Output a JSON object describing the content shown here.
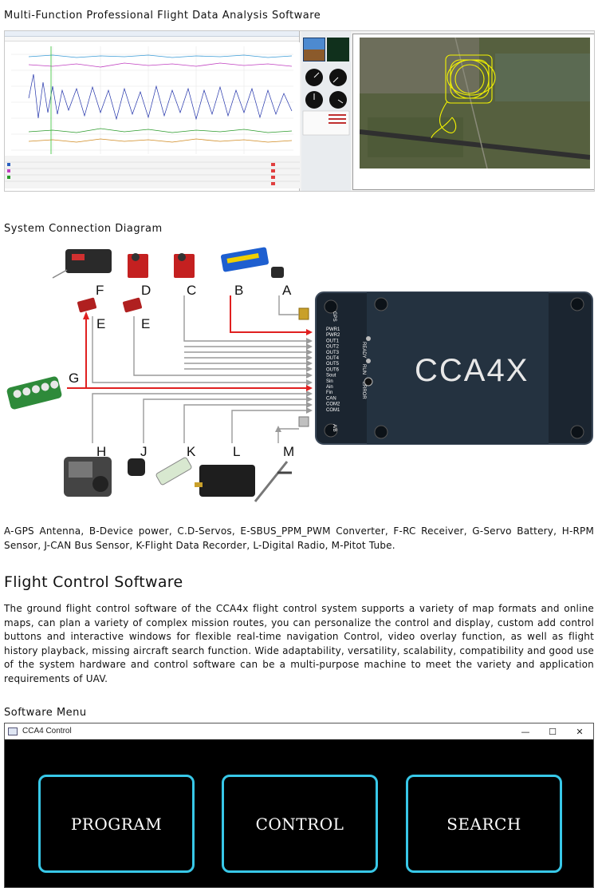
{
  "headings": {
    "analysis": "Multi-Function Professional Flight Data Analysis Software",
    "connection": "System Connection Diagram",
    "flight_control": "Flight Control Software",
    "menu": "Software Menu"
  },
  "diagram": {
    "device_name": "CCA4X",
    "component_labels": [
      "F",
      "D",
      "C",
      "B",
      "A",
      "E",
      "E",
      "G",
      "H",
      "J",
      "K",
      "L",
      "M"
    ],
    "pins": [
      "PWR1",
      "PWR2",
      "OUT1",
      "OUT2",
      "OUT3",
      "OUT4",
      "OUT5",
      "OUT6",
      "Sout",
      "Sin",
      "Ain",
      "Fin",
      "CAN",
      "COM2",
      "COM1"
    ],
    "side_labels": [
      "GPS",
      "READY",
      "RUN",
      "ERROR",
      "A/B"
    ],
    "colors": {
      "power_line": "#e02020",
      "signal_line": "#9a9a9a",
      "device_body": "#1b2530"
    }
  },
  "legend": "A-GPS Antenna, B-Device power, C.D-Servos, E-SBUS_PPM_PWM Converter, F-RC Receiver, G-Servo Battery, H-RPM Sensor, J-CAN Bus Sensor, K-Flight Data Recorder, L-Digital Radio, M-Pitot Tube.",
  "flight_control_text": "The ground flight control software of the CCA4x flight control system supports a variety of map formats and online maps, can plan a variety of complex mission routes, you can personalize the control and display, custom add control buttons and interactive windows for flexible real-time navigation Control, video overlay function, as well as flight history playback, missing aircraft search function. Wide adaptability, versatility, scalability, compatibility and good use of the system hardware and control software can be a multi-purpose machine to meet the variety and application requirements of UAV.",
  "software_window": {
    "title": "CCA4 Control",
    "controls": {
      "minimize": "—",
      "maximize": "☐",
      "close": "✕"
    },
    "buttons": [
      "PROGRAM",
      "CONTROL",
      "SEARCH"
    ],
    "accent": "#38c8e8"
  }
}
